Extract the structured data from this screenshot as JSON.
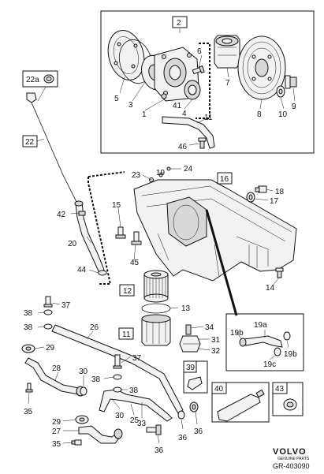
{
  "labels": {
    "l2": "2",
    "l6": "6",
    "l7": "7",
    "l5": "5",
    "l3": "3",
    "l1": "1",
    "l41": "41",
    "l4": "4",
    "l8": "8",
    "l9": "9",
    "l10": "10",
    "l11": "11",
    "l46": "46",
    "l22a": "22a",
    "l22": "22",
    "l23": "23",
    "l19": "19",
    "l24": "24",
    "l16": "16",
    "l18": "18",
    "l17": "17",
    "l15": "15",
    "l42": "42",
    "l20": "20",
    "l45": "45",
    "l44": "44",
    "l14": "14",
    "l12": "12",
    "l13": "13",
    "l11b": "11",
    "l34": "34",
    "l31": "31",
    "l32": "32",
    "l37a": "37",
    "l38a": "38",
    "l38b": "38",
    "l26": "26",
    "l29a": "29",
    "l28": "28",
    "l30a": "30",
    "l37b": "37",
    "l38c": "38",
    "l38d": "38",
    "l35a": "35",
    "l33": "33",
    "l30b": "30",
    "l25": "25",
    "l36a": "36",
    "l36b": "36",
    "l36c": "36",
    "l29b": "29",
    "l27": "27",
    "l35b": "35",
    "l39": "39",
    "l40": "40",
    "l43": "43",
    "l19a": "19a",
    "l19b1": "19b",
    "l19b2": "19b",
    "l19c": "19c"
  },
  "brand": {
    "name": "VOLVO",
    "sub": "GENUINE PARTS"
  },
  "drawing_code": "GR-403090"
}
